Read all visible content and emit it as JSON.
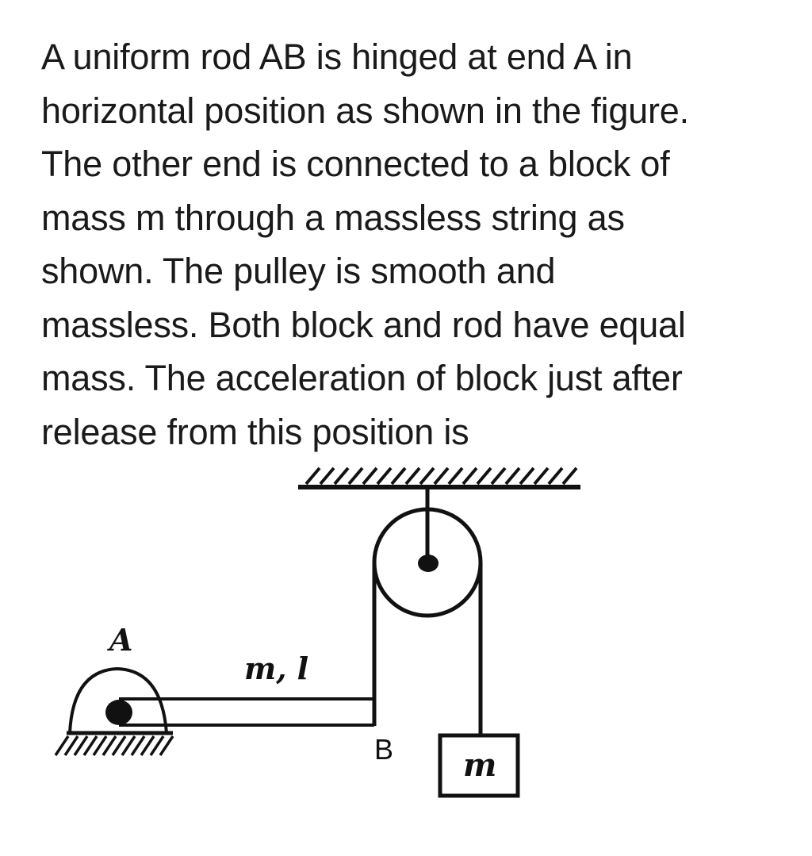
{
  "question": {
    "lines": [
      "A uniform rod AB is hinged at end A in",
      "horizontal position as shown in the figure.",
      "The other end is connected to a block of",
      "mass m through a massless string as",
      "shown. The pulley is smooth and",
      "massless. Both block and rod have equal",
      "mass. The acceleration of block just after",
      "release from this position is"
    ]
  },
  "figure": {
    "hinge_label": "A",
    "rod_label": "m, l",
    "rod_end_label": "B",
    "block_label": "m",
    "icons": [
      "ceiling-hatch-icon",
      "pulley-icon",
      "hinge-support-icon",
      "ground-hatch-icon",
      "block-icon"
    ]
  }
}
